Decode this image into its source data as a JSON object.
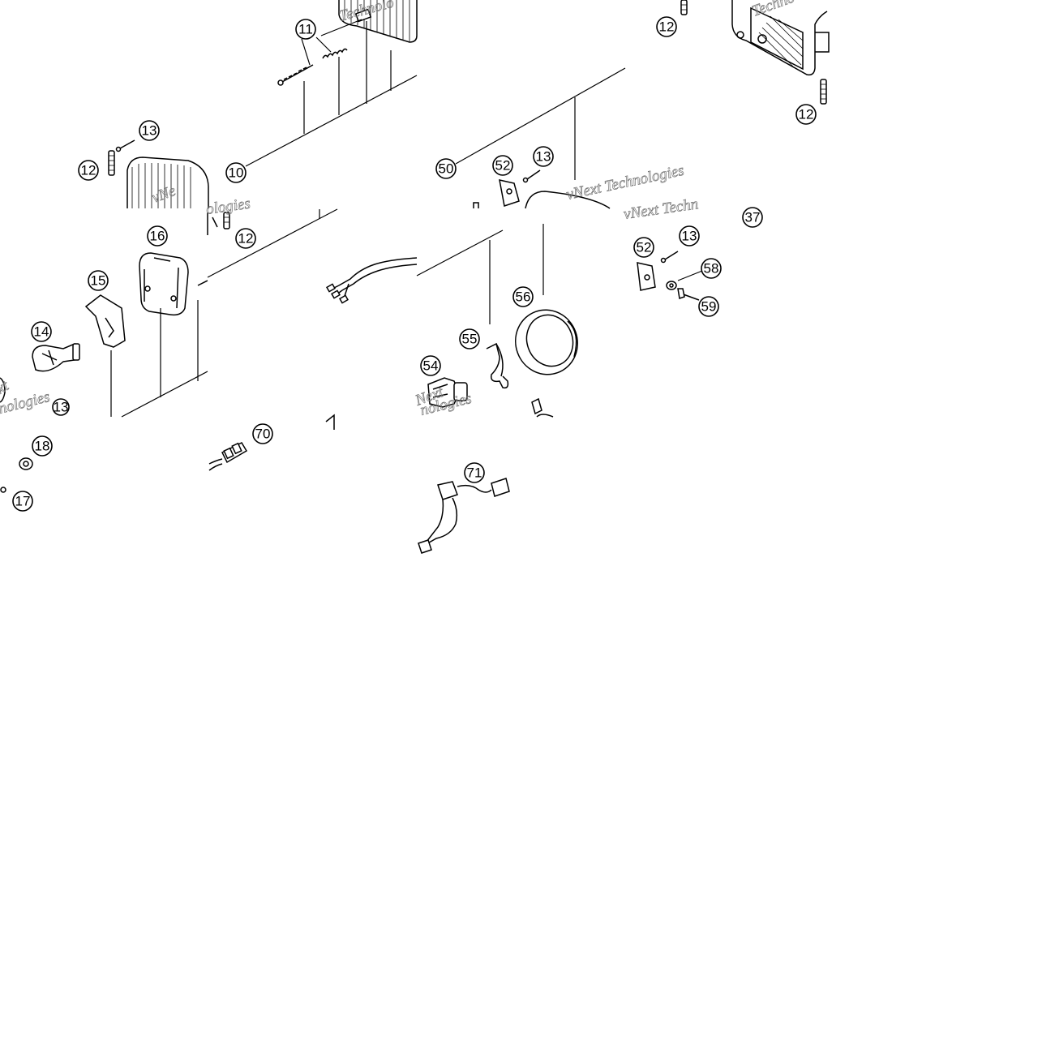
{
  "diagram": {
    "background": "#ffffff",
    "ink": "#000000",
    "watermark_text": [
      "Technolo",
      "Techno",
      "vNext Technologies",
      "vNe",
      "ologies",
      "nologies",
      "vNext Techn",
      "xt",
      "nologies",
      "Next",
      "nologies"
    ],
    "callouts": [
      {
        "id": "c11",
        "label": "11"
      },
      {
        "id": "c12a",
        "label": "12"
      },
      {
        "id": "c12b",
        "label": "12"
      },
      {
        "id": "c13a",
        "label": "13"
      },
      {
        "id": "c12c",
        "label": "12"
      },
      {
        "id": "c10",
        "label": "10"
      },
      {
        "id": "c50",
        "label": "50"
      },
      {
        "id": "c52a",
        "label": "52"
      },
      {
        "id": "c13b",
        "label": "13"
      },
      {
        "id": "c37",
        "label": "37"
      },
      {
        "id": "c16",
        "label": "16"
      },
      {
        "id": "c12d",
        "label": "12"
      },
      {
        "id": "c15",
        "label": "15"
      },
      {
        "id": "c52b",
        "label": "52"
      },
      {
        "id": "c13c",
        "label": "13"
      },
      {
        "id": "c58",
        "label": "58"
      },
      {
        "id": "c59",
        "label": "59"
      },
      {
        "id": "c56",
        "label": "56"
      },
      {
        "id": "c14",
        "label": "14"
      },
      {
        "id": "c55",
        "label": "55"
      },
      {
        "id": "c54",
        "label": "54"
      },
      {
        "id": "c13d",
        "label": "13"
      },
      {
        "id": "c70",
        "label": "70"
      },
      {
        "id": "c18",
        "label": "18"
      },
      {
        "id": "c71",
        "label": "71"
      },
      {
        "id": "c17",
        "label": "17"
      }
    ]
  }
}
